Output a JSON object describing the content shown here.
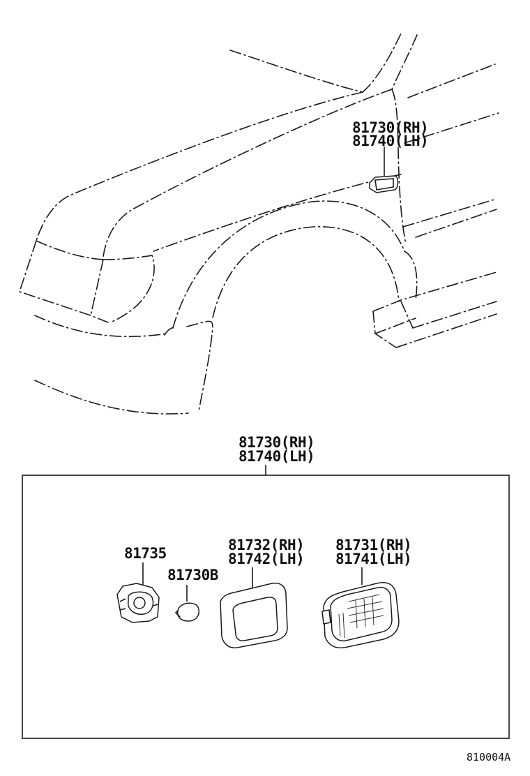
{
  "diagram": {
    "callouts": {
      "top_rh": "81730(RH)",
      "top_lh": "81740(LH)",
      "assy_rh": "81730(RH)",
      "assy_lh": "81740(LH)",
      "socket": "81735",
      "bulb": "81730B",
      "gasket_rh": "81732(RH)",
      "gasket_lh": "81742(LH)",
      "lens_rh": "81731(RH)",
      "lens_lh": "81741(LH)"
    },
    "diagram_code": "810004A"
  }
}
